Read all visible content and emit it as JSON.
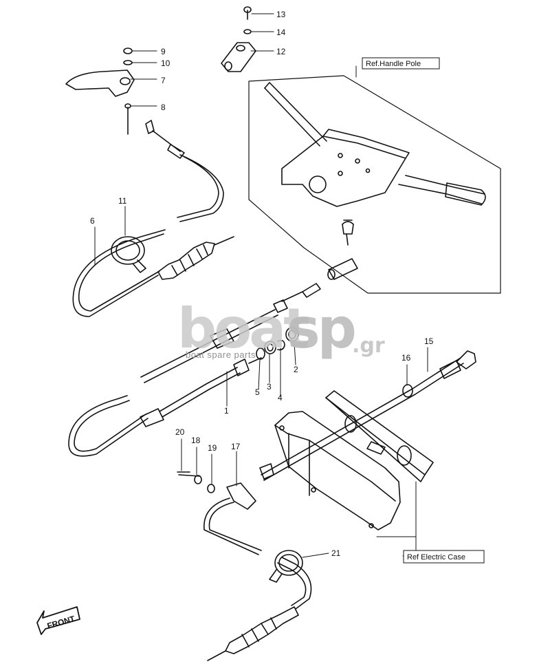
{
  "callouts": [
    "1",
    "2",
    "3",
    "4",
    "5",
    "6",
    "7",
    "8",
    "9",
    "10",
    "11",
    "12",
    "13",
    "14",
    "15",
    "16",
    "17",
    "18",
    "19",
    "20",
    "21"
  ],
  "ref_labels": {
    "handle_pole": "Ref.Handle Pole",
    "electric_case": "Ref Electric Case"
  },
  "front_label": "FRONT",
  "watermark": {
    "brand_a": "boat",
    "brand_b": "sp",
    "tld": ".gr",
    "tagline": "boat spare parts"
  }
}
